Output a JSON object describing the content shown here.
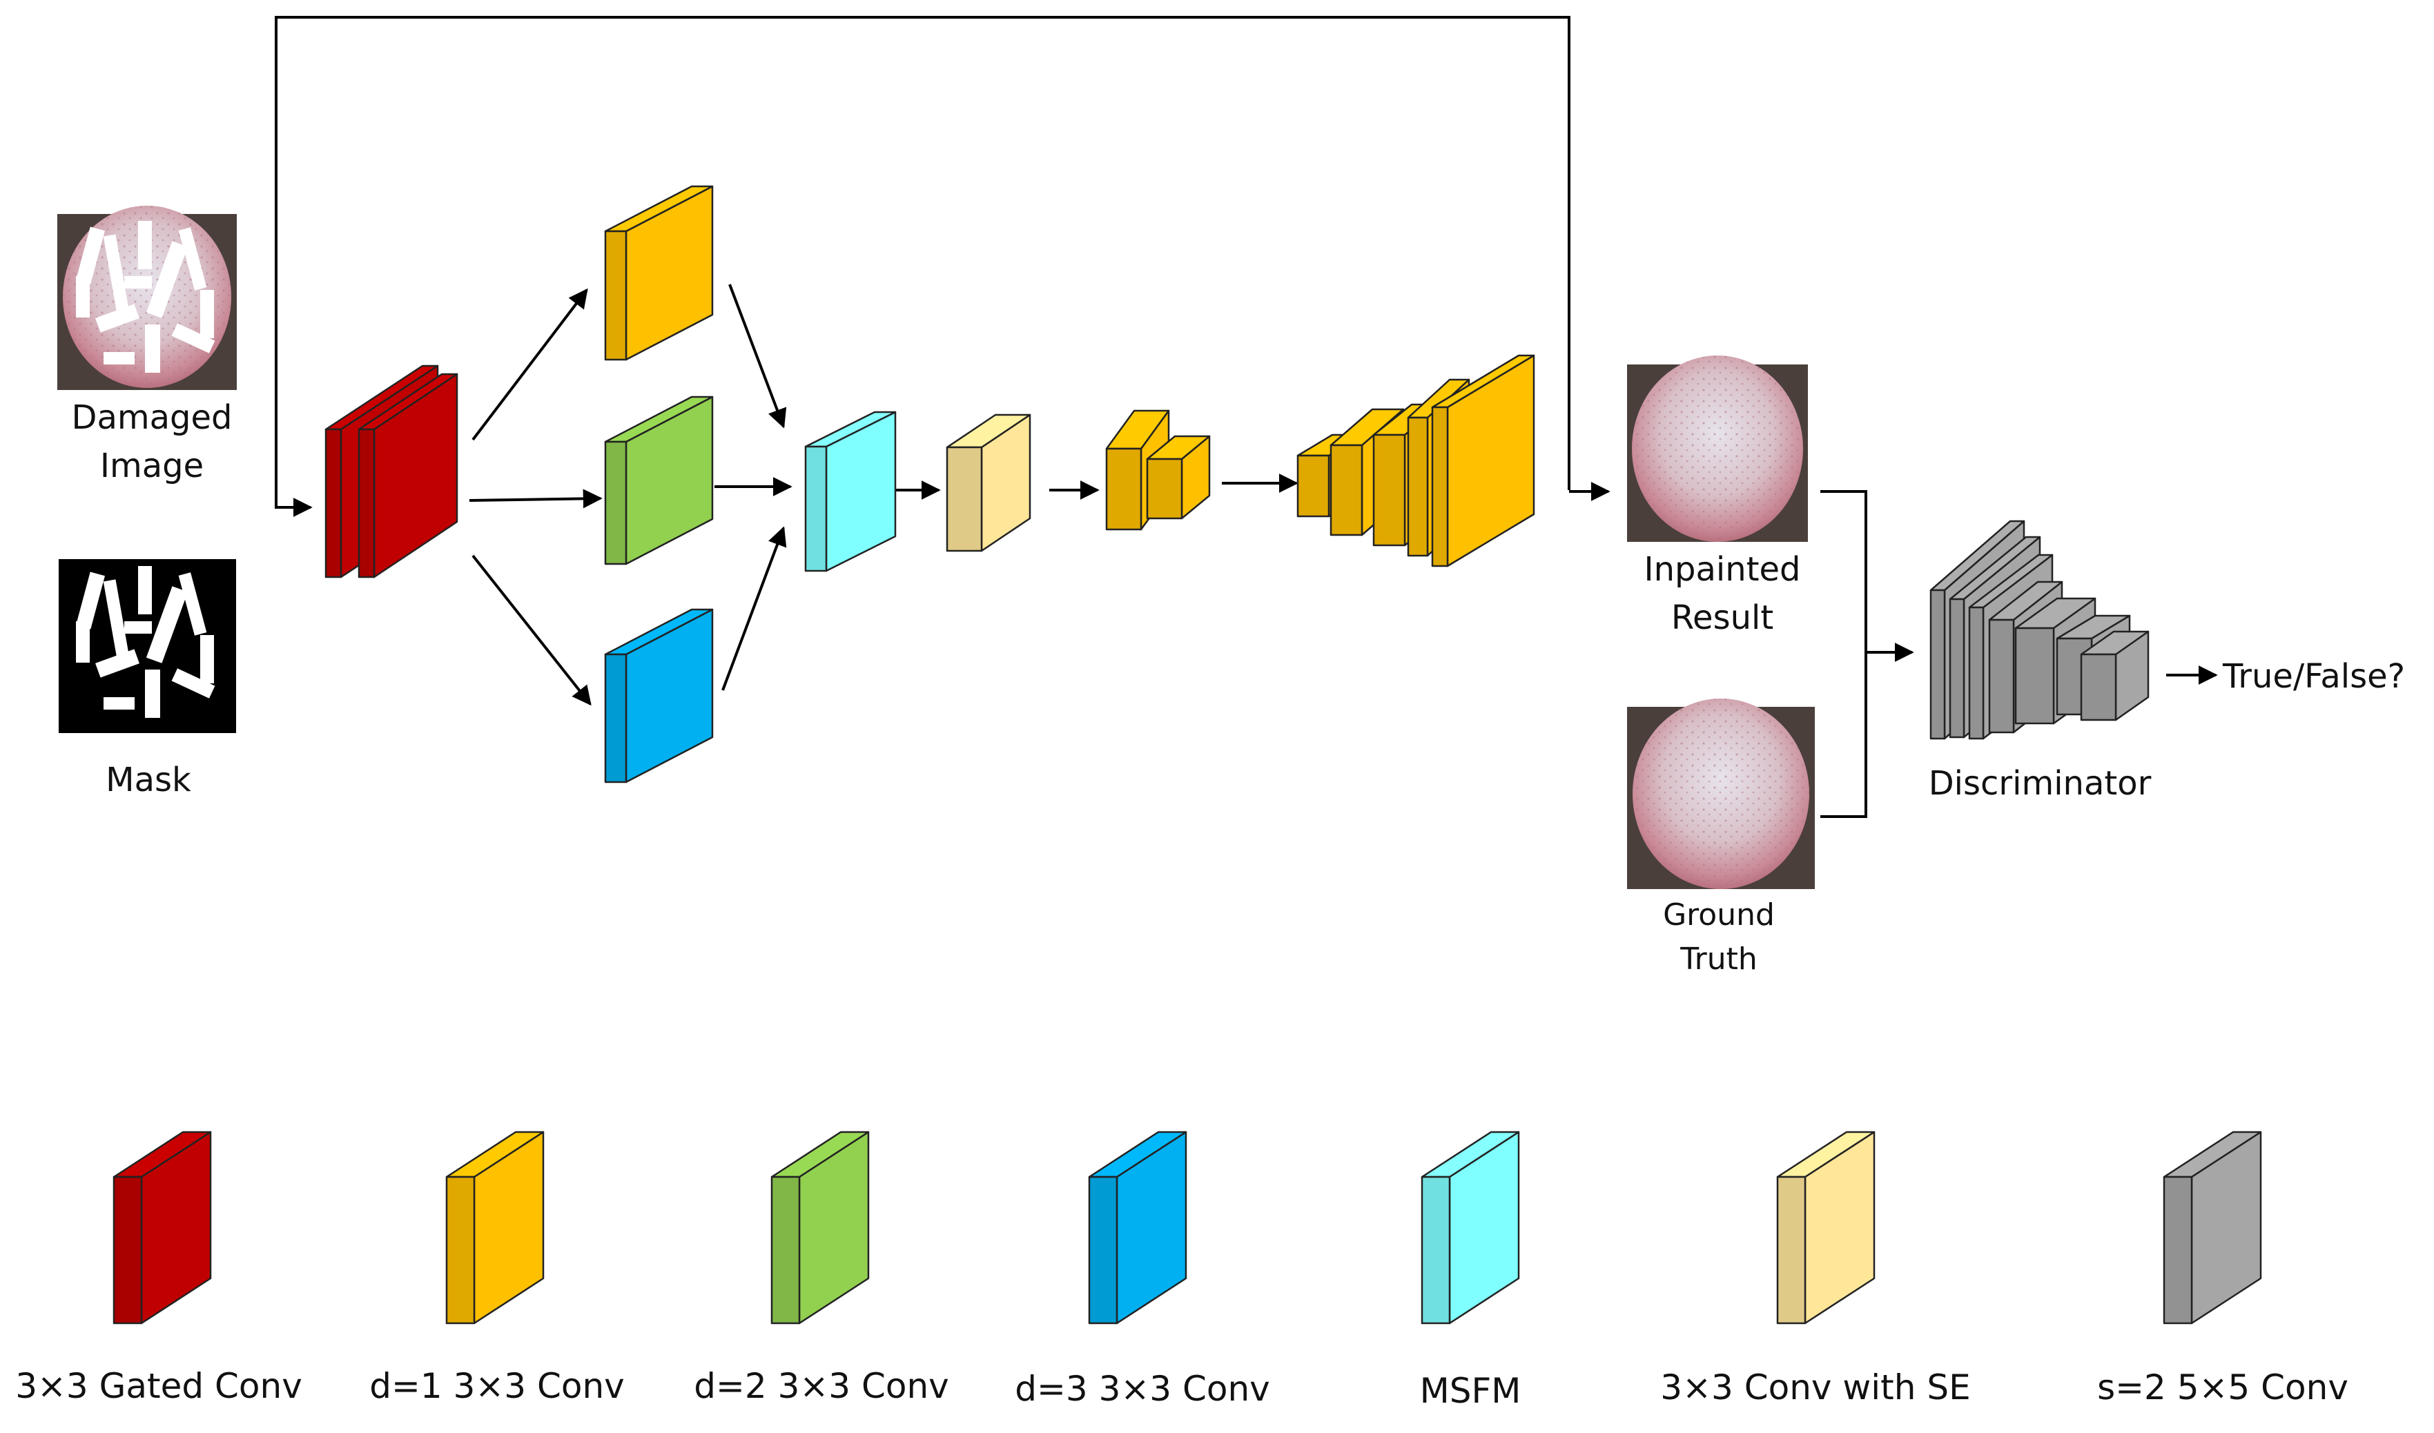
{
  "colors": {
    "gated_conv": "#c00000",
    "d1_conv": "#ffc000",
    "d2_conv": "#92d050",
    "d3_conv": "#00b0f0",
    "msfm": "#7fffff",
    "conv_se": "#ffe699",
    "s2_conv": "#a6a6a6"
  },
  "inputs": {
    "damaged_image_line1": "Damaged",
    "damaged_image_line2": "Image",
    "mask": "Mask"
  },
  "outputs": {
    "inpainted_line1": "Inpainted",
    "inpainted_line2": "Result",
    "ground_truth_line1": "Ground",
    "ground_truth_line2": "Truth",
    "discriminator": "Discriminator",
    "result": "True/False?"
  },
  "legend": [
    {
      "label": "3×3 Gated Conv",
      "color": "#c00000",
      "icon": "red-block-icon"
    },
    {
      "label": "d=1 3×3 Conv",
      "color": "#ffc000",
      "icon": "orange-block-icon"
    },
    {
      "label": "d=2 3×3 Conv",
      "color": "#92d050",
      "icon": "green-block-icon"
    },
    {
      "label": "d=3 3×3 Conv",
      "color": "#00b0f0",
      "icon": "blue-block-icon"
    },
    {
      "label": "MSFM",
      "color": "#7fffff",
      "icon": "cyan-block-icon"
    },
    {
      "label": "3×3 Conv with SE",
      "color": "#ffe699",
      "icon": "pale-yellow-block-icon"
    },
    {
      "label": "s=2 5×5 Conv",
      "color": "#a6a6a6",
      "icon": "gray-block-icon"
    }
  ]
}
